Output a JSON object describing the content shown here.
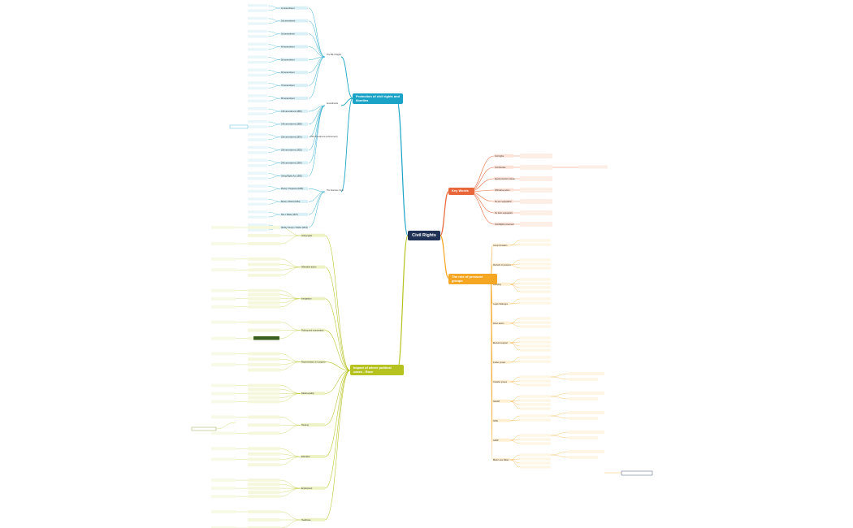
{
  "root": {
    "label": "Civil Rights"
  },
  "branches": {
    "protection": {
      "label": "Protection of civil rights and liberties",
      "color": "#1aa3c6",
      "bill_of_rights": "The Bill of Rights",
      "amendments": "Amendments",
      "fifteenth_enforcement": "15th amendment (enforcement)",
      "supreme_court": "The Supreme Court",
      "items": [
        "1st amendment",
        "2nd amendment",
        "3rd amendment",
        "4th amendment",
        "5th amendment",
        "6th amendment",
        "7th amendment",
        "8th amendment",
        "13th amendment (1865)",
        "14th amendment (1868)",
        "15th amendment (1870)",
        "19th amendment (1920)",
        "24th amendment (1964)",
        "Voting Rights Act (1965)",
        "Plessy v Ferguson (1896)",
        "Brown v Board (1954)",
        "Roe v Wade (1973)",
        "Shelby County v Holder (2013)"
      ]
    },
    "key_words": {
      "label": "Key Words",
      "color": "#e8663a",
      "items": [
        "Civil rights",
        "Civil liberties",
        "Equal protection clause",
        "Affirmative action",
        "De jure segregation",
        "De facto segregation",
        "Civil Rights movement"
      ]
    },
    "pressure": {
      "label": "The role of pressure groups",
      "color": "#f5a623",
      "items": [
        "Group formation",
        "Methods of pressure",
        "Lobbying",
        "Legal challenges",
        "Direct action",
        "Electoral support",
        "Insider groups",
        "Outsider groups",
        "NAACP",
        "NOW",
        "AARP",
        "Black Lives Matter"
      ]
    },
    "impact": {
      "label": "Impact of where political cases - Race",
      "color": "#b5c21f",
      "items": [
        "Voting rights",
        "Affirmative action",
        "Immigration",
        "Policing and incarceration",
        "Representation in Congress",
        "Racial equality",
        "Housing",
        "Education",
        "Employment",
        "Healthcare"
      ]
    }
  }
}
